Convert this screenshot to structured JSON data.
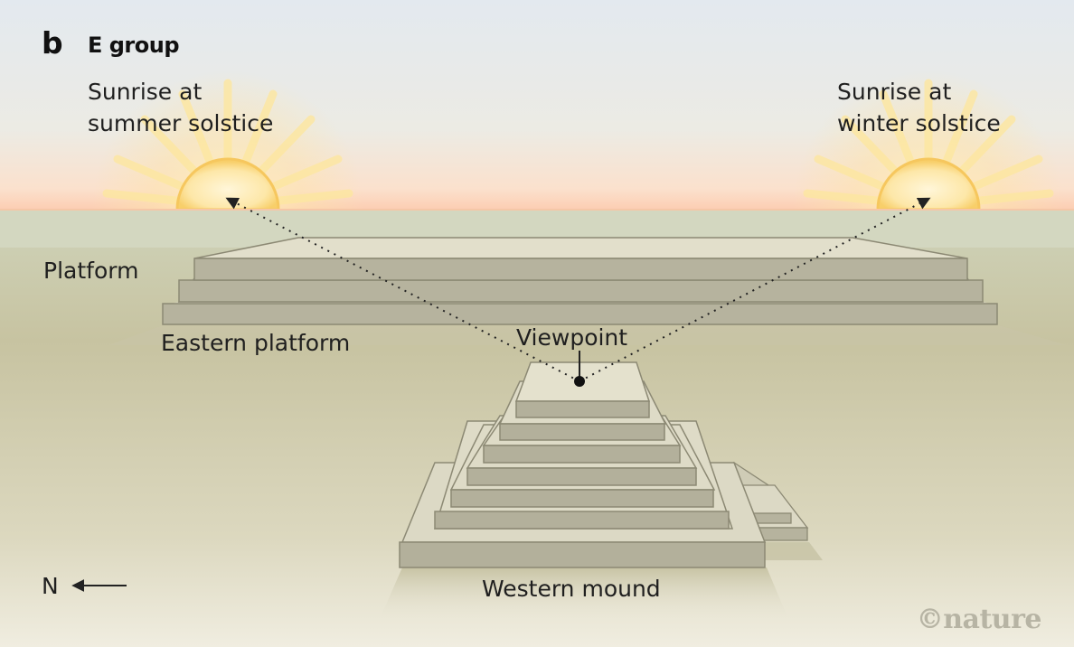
{
  "panel": {
    "letter": "b",
    "title": "E group"
  },
  "labels": {
    "summer_sunrise_line1": "Sunrise at",
    "summer_sunrise_line2": "summer solstice",
    "winter_sunrise_line1": "Sunrise at",
    "winter_sunrise_line2": "winter solstice",
    "platform": "Platform",
    "eastern_platform": "Eastern platform",
    "viewpoint": "Viewpoint",
    "western_mound": "Western mound",
    "north": "N"
  },
  "credit": "©nature",
  "colors": {
    "sky_top": "#e2e9ee",
    "sky_horizon": "#fbd9c2",
    "sun": "#fcd97a",
    "ground_far": "#d2d6bf",
    "ground_near": "#eeeadb",
    "structure_top": "#d9d6c2",
    "structure_face": "#b3b09c",
    "structure_edge": "#8a8770"
  },
  "icons": {
    "north_arrow": "left-arrow-icon",
    "sun": "sun-icon"
  }
}
